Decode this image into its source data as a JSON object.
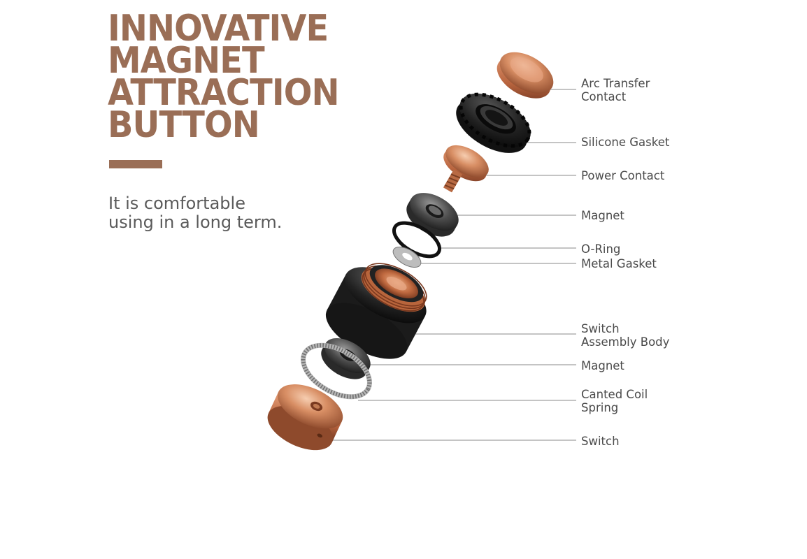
{
  "headline": {
    "lines": [
      "INNOVATIVE",
      "MAGNET",
      "ATTRACTION",
      "BUTTON"
    ]
  },
  "subtitle": {
    "lines": [
      "It is comfortable",
      "using in a long term."
    ]
  },
  "colors": {
    "accent": "#9a6e56",
    "copper": "#c8784f",
    "dark_part": "#1e1e1e",
    "label_text": "#4a4a4a",
    "leader_line": "#8a8a8a"
  },
  "parts": [
    {
      "id": "arc-transfer-contact",
      "lines": [
        "Arc Transfer",
        "Contact"
      ]
    },
    {
      "id": "silicone-gasket",
      "lines": [
        "Silicone Gasket"
      ]
    },
    {
      "id": "power-contact",
      "lines": [
        "Power Contact"
      ]
    },
    {
      "id": "magnet-top",
      "lines": [
        "Magnet"
      ]
    },
    {
      "id": "o-ring",
      "lines": [
        "O-Ring"
      ]
    },
    {
      "id": "metal-gasket",
      "lines": [
        "Metal Gasket"
      ]
    },
    {
      "id": "switch-assembly-body",
      "lines": [
        "Switch",
        "Assembly Body"
      ]
    },
    {
      "id": "magnet-bottom",
      "lines": [
        "Magnet"
      ]
    },
    {
      "id": "canted-coil-spring",
      "lines": [
        "Canted Coil",
        "Spring"
      ]
    },
    {
      "id": "switch",
      "lines": [
        "Switch"
      ]
    }
  ]
}
